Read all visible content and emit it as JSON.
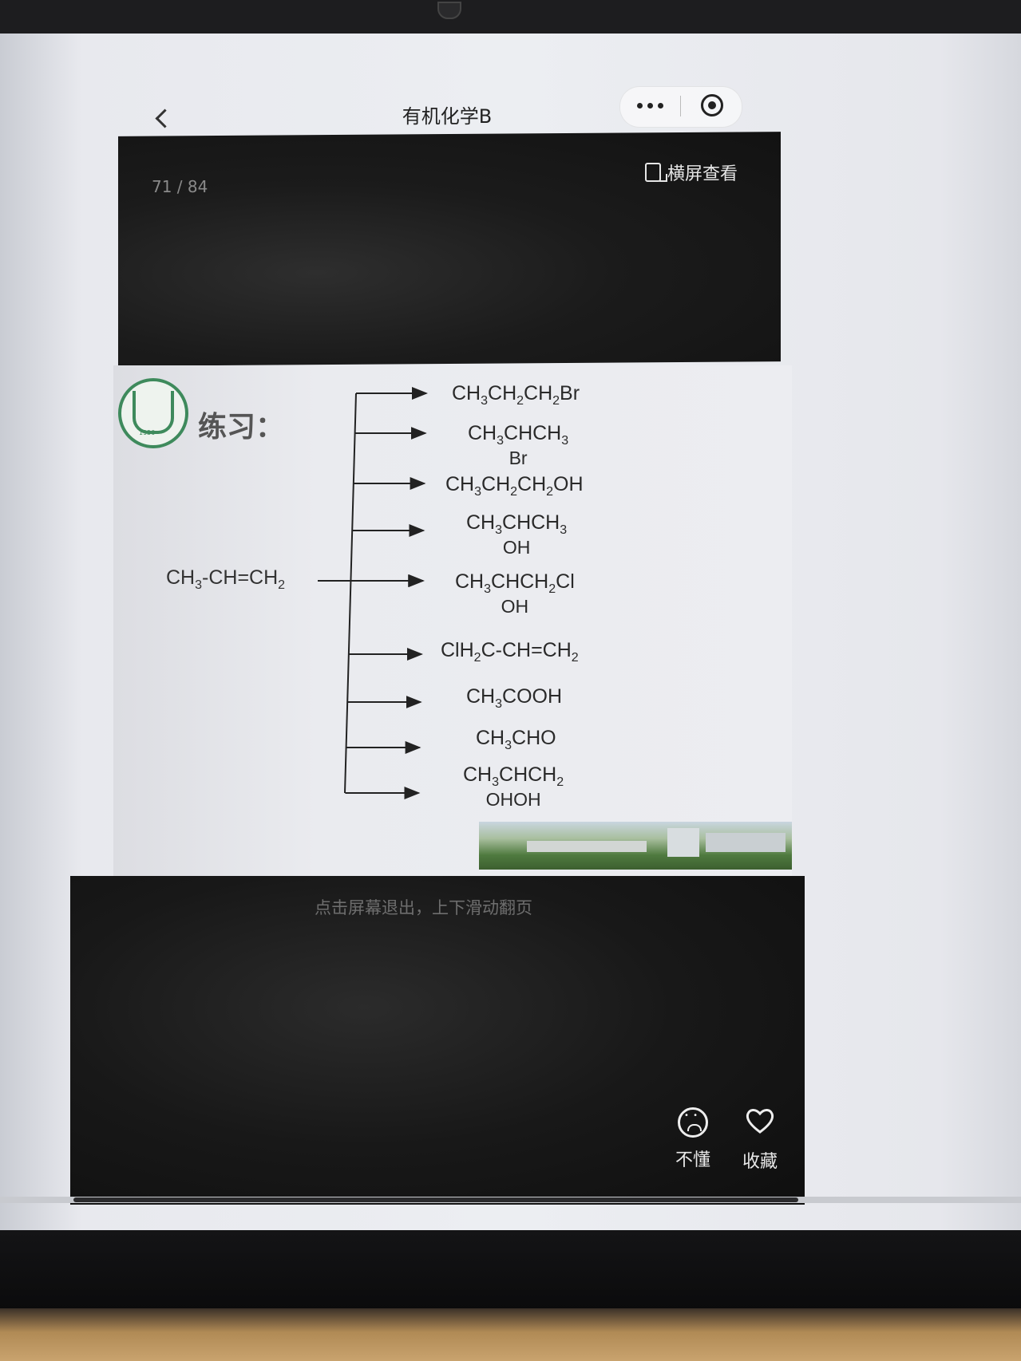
{
  "nav": {
    "title": "有机化学B",
    "more_icon": "more-dots-icon",
    "close_icon": "target-close-icon"
  },
  "viewer": {
    "page_counter": "71 / 84",
    "current_page": 71,
    "total_pages": 84,
    "landscape_label": "横屏查看",
    "hint": "点击屏幕退出，上下滑动翻页"
  },
  "slide": {
    "title": "练习：",
    "reactant": [
      "CH",
      "3",
      "-CH=CH",
      "2"
    ],
    "products": [
      {
        "parts": [
          "CH",
          "3",
          "CH",
          "2",
          "CH",
          "2",
          "Br"
        ],
        "below": ""
      },
      {
        "parts": [
          "CH",
          "3",
          "CHCH",
          "3"
        ],
        "below": "Br"
      },
      {
        "parts": [
          "CH",
          "3",
          "CH",
          "2",
          "CH",
          "2",
          "OH"
        ],
        "below": ""
      },
      {
        "parts": [
          "CH",
          "3",
          "CHCH",
          "3"
        ],
        "below": "OH"
      },
      {
        "parts": [
          "CH",
          "3",
          "CHCH",
          "2",
          "Cl"
        ],
        "below": "OH"
      },
      {
        "parts": [
          "ClH",
          "2",
          "C-CH=CH",
          "2"
        ],
        "below": ""
      },
      {
        "parts": [
          "CH",
          "3",
          "COOH"
        ],
        "below": ""
      },
      {
        "parts": [
          "CH",
          "3",
          "CHO"
        ],
        "below": ""
      },
      {
        "parts": [
          "CH",
          "3",
          "CHCH",
          "2"
        ],
        "below": "OHOH"
      }
    ],
    "logo_year": "1950"
  },
  "actions": {
    "confused_label": "不懂",
    "confused_icon": "sad-face-icon",
    "favorite_label": "收藏",
    "favorite_icon": "heart-icon"
  },
  "progress": {
    "fraction": 0.845
  }
}
